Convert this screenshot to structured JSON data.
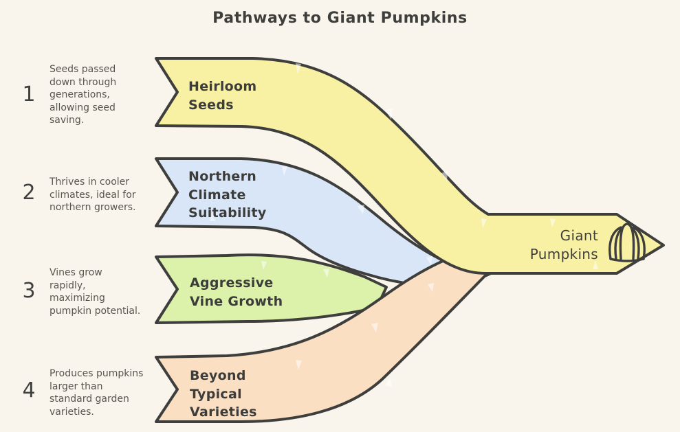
{
  "title": "Pathways to Giant Pumpkins",
  "palette": {
    "background": "#faf5ec",
    "outline": "#3e3e3c",
    "text_dark": "#3f3f3d",
    "text_muted": "#57554f"
  },
  "items": [
    {
      "number": "1",
      "description": "Seeds passed\ndown through\ngenerations,\nallowing seed\nsaving.",
      "label": "Heirloom\nSeeds",
      "color": "#f8f0a3"
    },
    {
      "number": "2",
      "description": "Thrives in cooler\nclimates, ideal for\nnorthern growers.",
      "label": "Northern\nClimate\nSuitability",
      "color": "#d9e6f7"
    },
    {
      "number": "3",
      "description": "Vines grow\nrapidly,\nmaximizing\npumpkin potential.",
      "label": "Aggressive\nVine Growth",
      "color": "#dcf2ab"
    },
    {
      "number": "4",
      "description": "Produces pumpkins\nlarger than\nstandard garden\nvarieties.",
      "label": "Beyond\nTypical\nVarieties",
      "color": "#fadfc3"
    }
  ],
  "result": {
    "label": "Giant\nPumpkins",
    "color": "#f8f0a3",
    "icon": "pumpkin-icon"
  }
}
